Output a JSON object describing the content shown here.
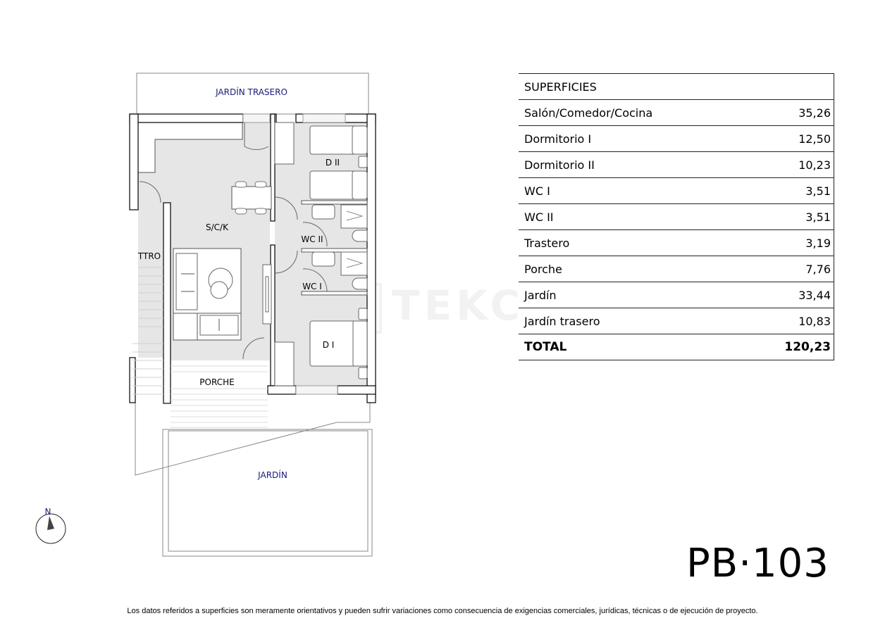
{
  "plan": {
    "labels": {
      "jardin_trasero": "JARDÍN TRASERO",
      "d2": "D II",
      "sck": "S/C/K",
      "ttro": "TTRO",
      "wc2": "WC II",
      "wc1": "WC I",
      "d1": "D I",
      "porche": "PORCHE",
      "jardin": "JARDÍN"
    },
    "compass": {
      "label": "N",
      "icon": "north-arrow-icon"
    },
    "watermark": "TEKC"
  },
  "areas_table": {
    "title": "SUPERFICIES",
    "rows": [
      {
        "label": "Salón/Comedor/Cocina",
        "value": "35,26"
      },
      {
        "label": "Dormitorio I",
        "value": "12,50"
      },
      {
        "label": "Dormitorio II",
        "value": "10,23"
      },
      {
        "label": "WC I",
        "value": "3,51"
      },
      {
        "label": "WC II",
        "value": "3,51"
      },
      {
        "label": "Trastero",
        "value": "3,19"
      },
      {
        "label": "Porche",
        "value": "7,76"
      },
      {
        "label": "Jardín",
        "value": "33,44"
      },
      {
        "label": "Jardín trasero",
        "value": "10,83"
      }
    ],
    "total": {
      "label": "TOTAL",
      "value": "120,23"
    }
  },
  "unit_code": "PB·103",
  "disclaimer": "Los datos referidos a superficies son meramente orientativos y pueden sufrir variaciones como consecuencia de exigencias comerciales, jurídicas, técnicas o de ejecución de proyecto."
}
